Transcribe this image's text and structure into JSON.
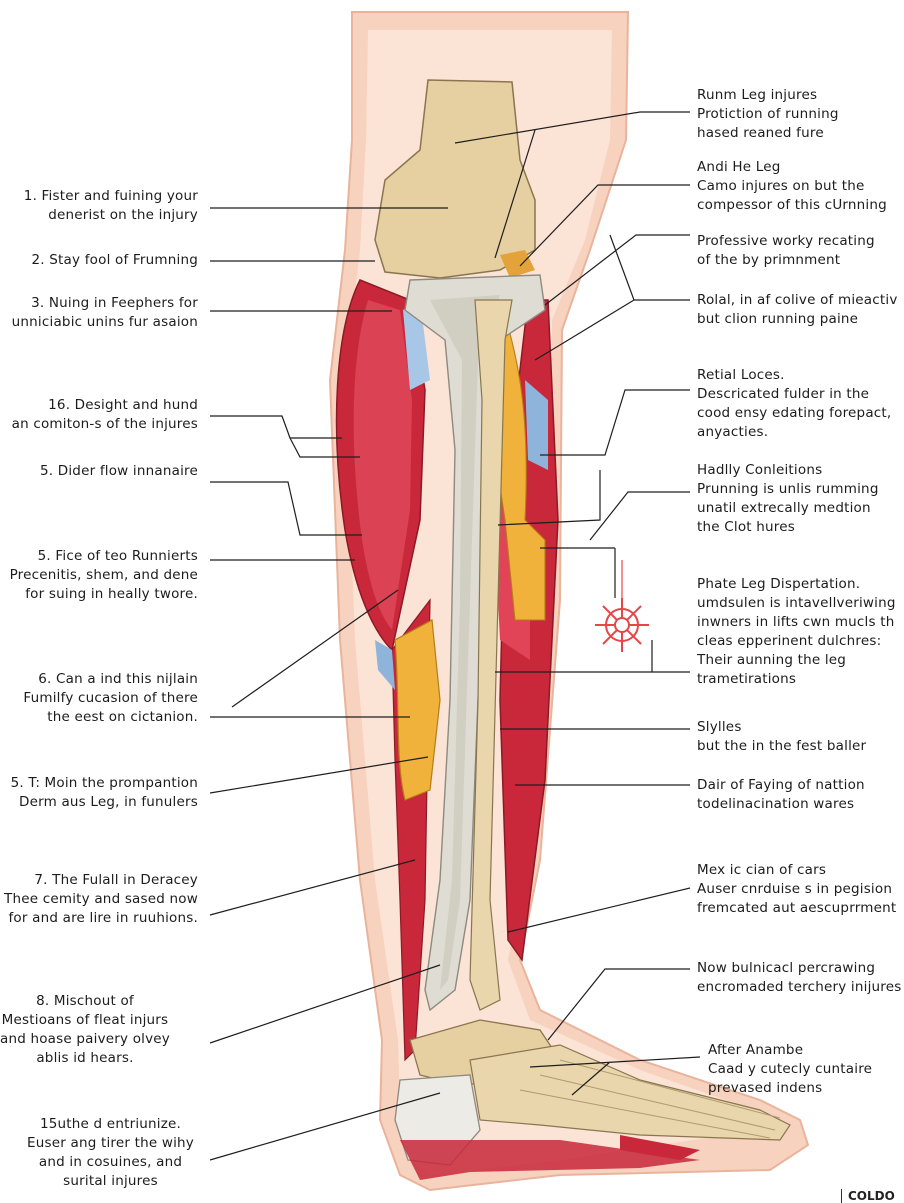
{
  "labels_left": [
    {
      "lines": [
        "1. Fister and fuining your",
        "denerist on the injury"
      ]
    },
    {
      "lines": [
        "2. Stay fool of Frumning"
      ]
    },
    {
      "lines": [
        "3. Nuing in Feephers for",
        "unniciabic unins fur asaion"
      ]
    },
    {
      "lines": [
        "16. Desight and hund",
        "an comiton-s of the injures"
      ]
    },
    {
      "lines": [
        "5. Dider flow innanaire"
      ]
    },
    {
      "lines": [
        "5. Fice of teo Runnierts",
        "Precenitis, shem, and dene",
        "for suing in heally twore."
      ]
    },
    {
      "lines": [
        "6. Can a ind this nijlain",
        "Fumilfy cucasion of there",
        "the eest on cictanion."
      ]
    },
    {
      "lines": [
        "5. T: Moin the prompantion",
        "Derm aus Leg, in funulers"
      ]
    },
    {
      "lines": [
        "7. The Fulall in Deracey",
        "Thee cemity and sased now",
        "for and are lire in ruuhions."
      ]
    },
    {
      "lines": [
        "8. Mischout of",
        "Mestioans of fleat injurs",
        "and hoase paivery olvey",
        "ablis id hears."
      ]
    },
    {
      "lines": [
        "15uthe d entriunize.",
        "Euser ang tirer the wihy",
        "and in cosuines, and",
        "surital injures"
      ]
    }
  ],
  "labels_right": [
    {
      "lines": [
        "Runm Leg injures",
        "Protiction of running",
        "hased reaned fure"
      ]
    },
    {
      "lines": [
        "Andi He Leg",
        "Camo injures on but the",
        "compessor of this cUrnning"
      ]
    },
    {
      "lines": [
        "Professive worky recating",
        "of the by primnment"
      ]
    },
    {
      "lines": [
        "Rolal, in af colive of mieactiv",
        "but clion running paine"
      ]
    },
    {
      "lines": [
        "Retial Loces.",
        "Descricated fulder in the",
        "cood ensy edating forepact,",
        "anyacties."
      ]
    },
    {
      "lines": [
        "Hadlly Conleitions",
        "Prunning is unlis rumming",
        "unatil extrecally medtion",
        "the Clot hures"
      ]
    },
    {
      "lines": [
        "Phate Leg Dispertation.",
        "umdsulen is intavellveriwing",
        "inwners in lifts cwn mucls th",
        "cleas epperinent dulchres:",
        "Their aunning the leg",
        "trametirations"
      ]
    },
    {
      "lines": [
        "Slylles",
        "but the in the fest baller"
      ]
    },
    {
      "lines": [
        "Dair of Faying of nattion",
        "todelinacination wares"
      ]
    },
    {
      "lines": [
        "Mex ic cian of cars",
        "Auser cnrduise s in pegision",
        "fremcated aut aescuprrment"
      ]
    },
    {
      "lines": [
        "Now bulnicacl percrawing",
        "encromaded terchery inijures"
      ]
    },
    {
      "lines": [
        "After Anambe",
        "Caad y cutecly cuntaire",
        "prevased indens"
      ]
    }
  ],
  "logo": "COLDO"
}
